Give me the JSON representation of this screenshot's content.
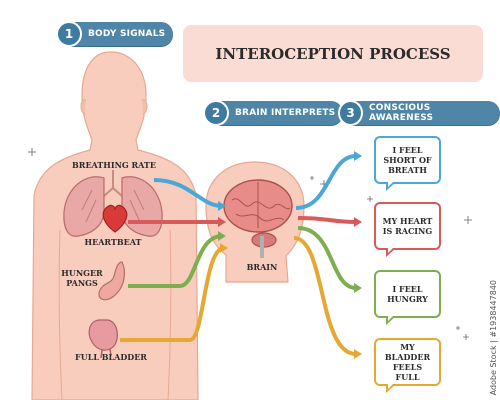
{
  "steps": [
    {
      "number": "1",
      "label": "BODY SIGNALS"
    },
    {
      "number": "2",
      "label": "BRAIN INTERPRETS"
    },
    {
      "number": "3",
      "label": "CONSCIOUS AWARENESS"
    }
  ],
  "title": "INTEROCEPTION PROCESS",
  "organs": {
    "breathing": "BREATHING RATE",
    "heartbeat": "HEARTBEAT",
    "hunger": "HUNGER\nPANGS",
    "bladder": "FULL BLADDER",
    "brain": "BRAIN"
  },
  "awareness": [
    {
      "text": "I FEEL SHORT OF BREATH",
      "color": "#4aa7d6"
    },
    {
      "text": "MY HEART IS RACING",
      "color": "#d95a5a"
    },
    {
      "text": "I FEEL HUNGRY",
      "color": "#7dae4f"
    },
    {
      "text": "MY BLADDER FEELS FULL",
      "color": "#e5a832"
    }
  ],
  "watermark": "Adobe Stock | #1938447840",
  "colors": {
    "skin": "#f8cdbd",
    "skin_dark": "#efb6a2",
    "accent": "#4f86a8"
  }
}
